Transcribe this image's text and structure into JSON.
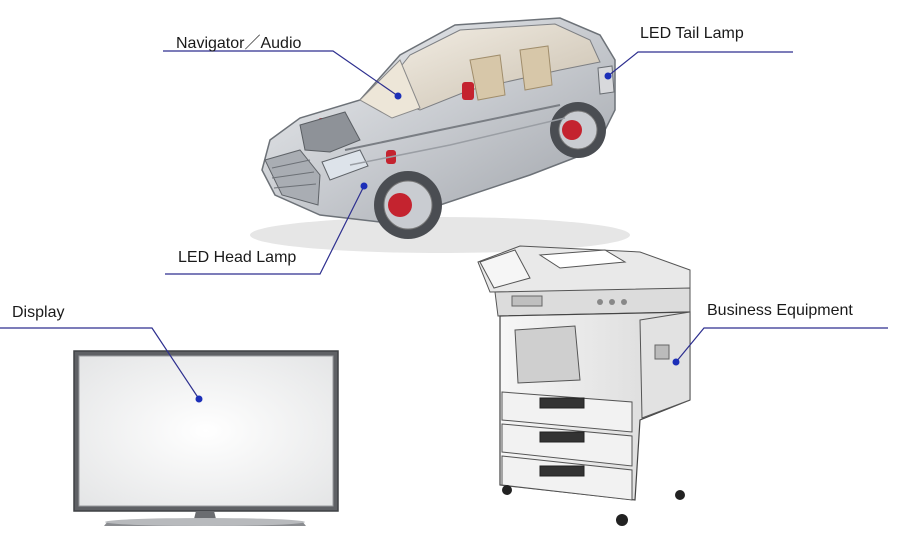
{
  "labels": {
    "navigator_audio": "Navigator／Audio",
    "led_tail_lamp": "LED Tail Lamp",
    "led_head_lamp": "LED Head Lamp",
    "display": "Display",
    "business_equipment": "Business Equipment"
  },
  "colors": {
    "callout_line": "#2d2f8f",
    "callout_dot": "#1c2fb8",
    "car_body": "#d6d8dc",
    "brake_red": "#c4232f",
    "screen_frame": "#8a8c90",
    "copier_body": "#eeeeee"
  },
  "icons": [
    "car-illustration",
    "tv-display-illustration",
    "copier-illustration"
  ]
}
